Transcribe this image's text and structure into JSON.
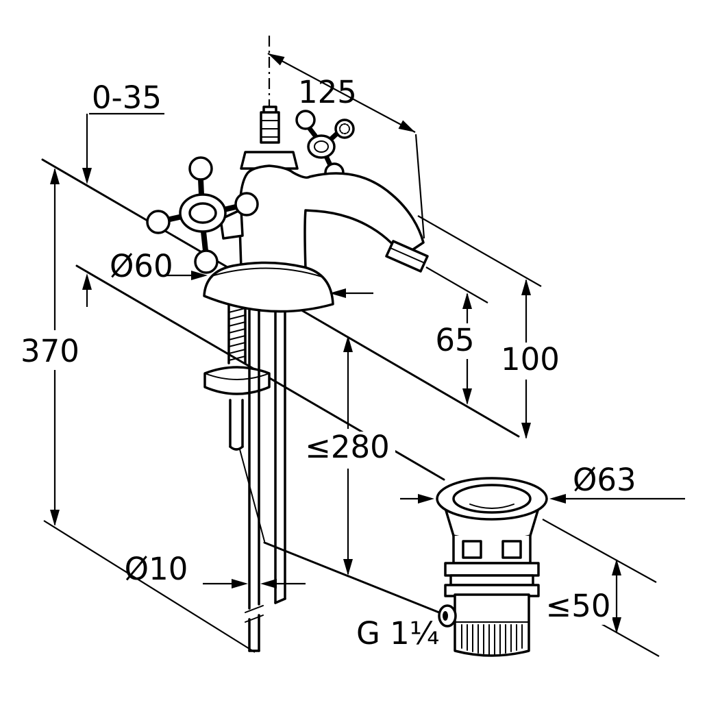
{
  "drawing": {
    "subject": "basin pillar tap with cross handles and pop-up waste, dimensional drawing",
    "line_color": "#000000",
    "background_color": "#ffffff"
  },
  "dimensions": {
    "projection": "125",
    "deck_range": "0-35",
    "base_dia": "Ø60",
    "height": "370",
    "outlet_height": "65",
    "spout_height": "100",
    "tube_length": "≤280",
    "tube_dia": "Ø10",
    "waste_dia": "Ø63",
    "waste_range": "≤50",
    "waste_thread": "G 1¼"
  }
}
